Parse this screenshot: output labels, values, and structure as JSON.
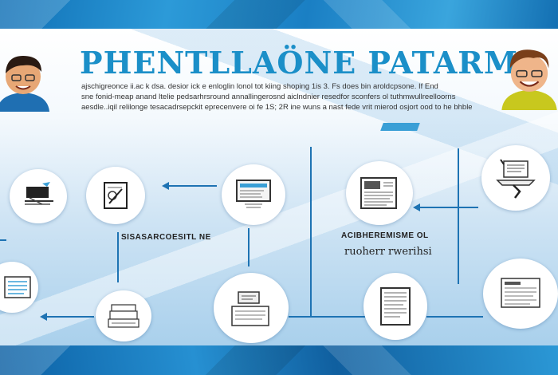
{
  "header": {
    "title": "PHENTLLAÖNE PATARM",
    "description": [
      "ajschigreonce ii.ac k dsa. desior ick e enloglin lonol tot kiing shoping 1is 3. Fs does bin aroldcpsone. If End",
      "sne fonid-meap anand ltelie pedsarhrsround annallingerosnd aiclndnier resedfor sconfers ol tuthmwullreelloorns",
      "aesdle..iqil relilonge tesacadrsepckit eprecenvere oi fe 1S; 2R ine wuns a nast fede vrit mierod osjort ood to he bhble"
    ]
  },
  "labels": {
    "left_caption": "SISASARCOESITL  NE",
    "right_caption": "ACIBHEREMISME OL",
    "right_subcaption": "ruoherr rwerihsi"
  },
  "icons": {
    "node_top_left": "pennant-icon",
    "node_top_2": "document-pen-icon",
    "node_top_3": "laptop-screen-icon",
    "node_top_4": "newspaper-icon",
    "node_top_right": "writing-desk-icon",
    "node_bottom_left": "document-list-icon",
    "node_bottom_2": "paper-stack-icon",
    "node_bottom_3": "monitor-document-icon",
    "node_bottom_4": "text-document-icon",
    "node_bottom_right": "report-sheet-icon"
  },
  "colors": {
    "accent": "#1b8fc8",
    "connector": "#1e73b3",
    "frame": "#1f86c9"
  }
}
